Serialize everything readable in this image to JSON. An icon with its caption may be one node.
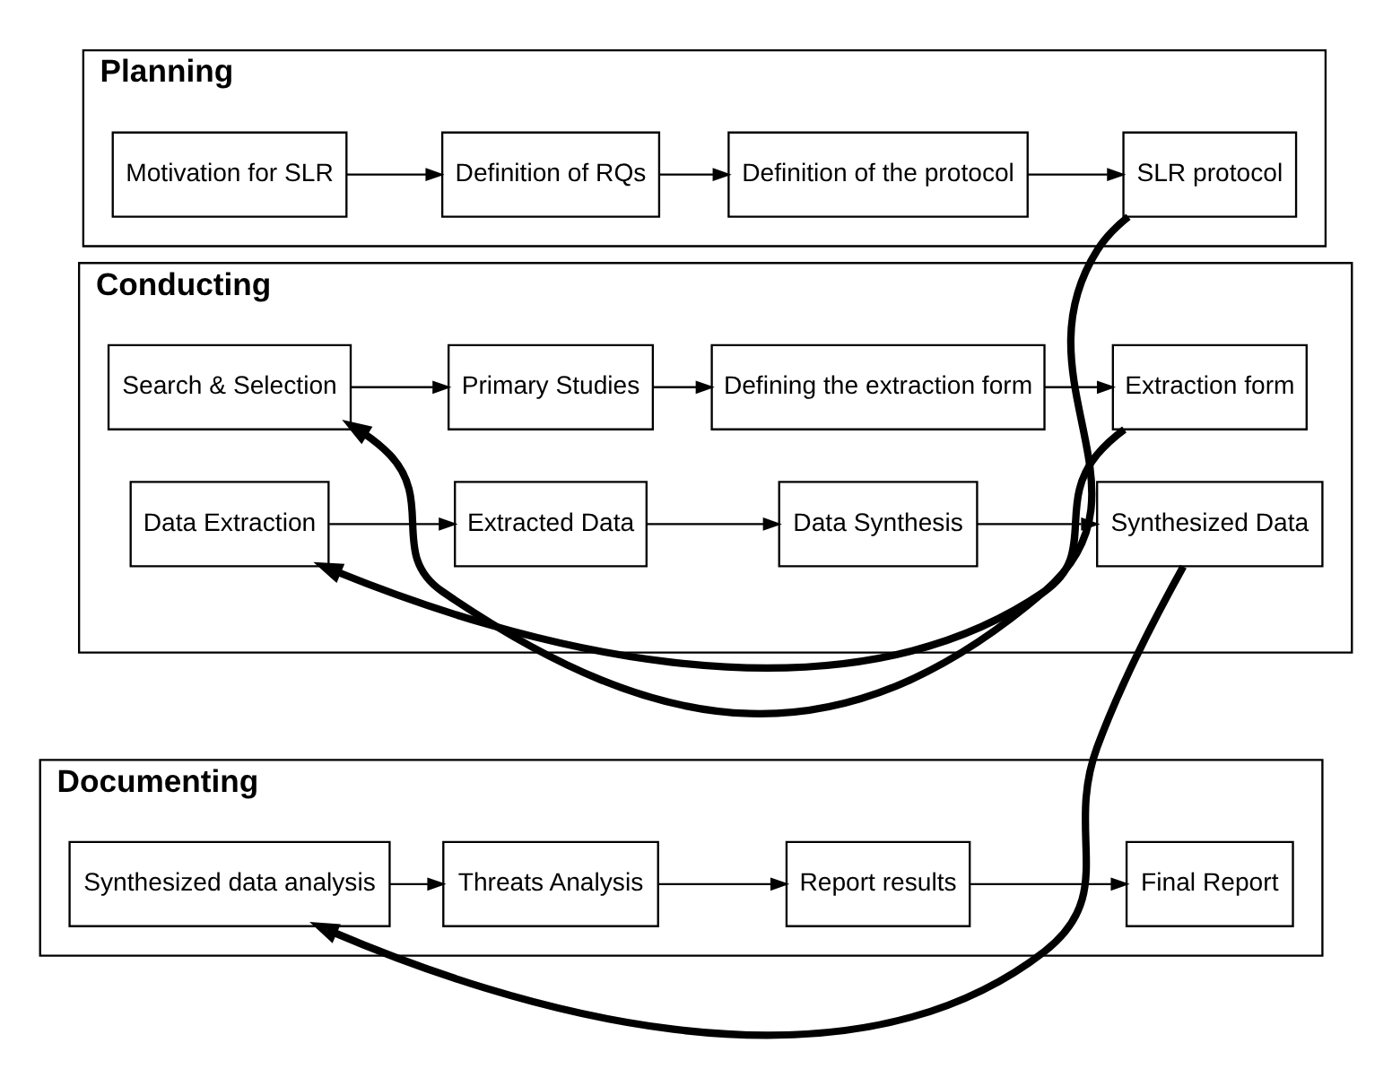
{
  "diagram": {
    "nodes": [
      {
        "text": [
          "Planning"
        ]
      },
      {
        "text": [
          "Motivation for SLR"
        ],
        "in": 0
      },
      {
        "text": [
          "Definition of RQs"
        ],
        "in": 0
      },
      {
        "text": [
          "Definition of the protocol"
        ],
        "in": 0
      },
      {
        "text": [
          "SLR protocol"
        ],
        "in": 0
      },
      {
        "text": [
          "Conducting"
        ]
      },
      {
        "text": [
          "Search & Selection"
        ],
        "in": 5
      },
      {
        "text": [
          "Primary Studies"
        ],
        "in": 5
      },
      {
        "text": [
          "Defining the extraction form"
        ],
        "in": 5
      },
      {
        "text": [
          "Extraction form"
        ],
        "in": 5
      },
      {
        "text": [
          "Data Extraction"
        ],
        "in": 5
      },
      {
        "text": [
          "Extracted Data"
        ],
        "in": 5
      },
      {
        "text": [
          "Data Synthesis"
        ],
        "in": 5
      },
      {
        "text": [
          "Synthesized Data"
        ],
        "in": 5
      },
      {
        "text": [
          "Documenting"
        ]
      },
      {
        "text": [
          "Synthesized data analysis"
        ],
        "in": 14
      },
      {
        "text": [
          "Threats Analysis"
        ],
        "in": 14
      },
      {
        "text": [
          "Report results"
        ],
        "in": 14
      },
      {
        "text": [
          "Final Report"
        ],
        "in": 14
      }
    ],
    "edges": [
      {
        "from": 1,
        "to": 2,
        "arrow": "to"
      },
      {
        "from": 2,
        "to": 3,
        "arrow": "to"
      },
      {
        "from": 3,
        "to": 4,
        "arrow": "to"
      },
      {
        "from": 4,
        "to": 6,
        "arrow": "to",
        "style": "thick"
      },
      {
        "from": 6,
        "to": 7,
        "arrow": "to"
      },
      {
        "from": 7,
        "to": 8,
        "arrow": "to"
      },
      {
        "from": 8,
        "to": 9,
        "arrow": "to"
      },
      {
        "from": 9,
        "to": 10,
        "arrow": "to",
        "style": "thick"
      },
      {
        "from": 10,
        "to": 11,
        "arrow": "to"
      },
      {
        "from": 11,
        "to": 12,
        "arrow": "to"
      },
      {
        "from": 12,
        "to": 13,
        "arrow": "to"
      },
      {
        "from": 13,
        "to": 15,
        "arrow": "to",
        "style": "thick"
      },
      {
        "from": 15,
        "to": 16,
        "arrow": "to"
      },
      {
        "from": 16,
        "to": 17,
        "arrow": "to"
      },
      {
        "from": 17,
        "to": 18,
        "arrow": "to"
      }
    ]
  }
}
